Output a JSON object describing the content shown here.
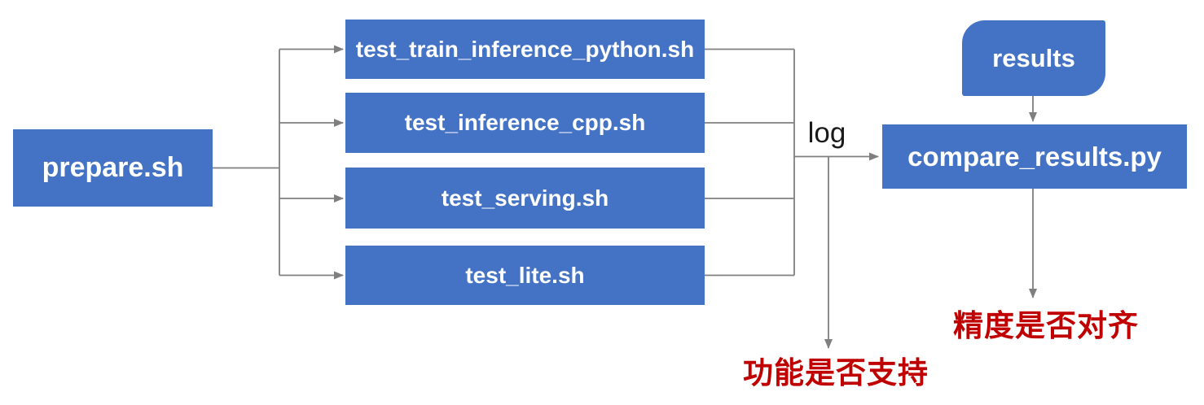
{
  "nodes": {
    "prepare": {
      "label": "prepare.sh"
    },
    "tests": [
      {
        "label": "test_train_inference_python.sh"
      },
      {
        "label": "test_inference_cpp.sh"
      },
      {
        "label": "test_serving.sh"
      },
      {
        "label": "test_lite.sh"
      }
    ],
    "compare": {
      "label": "compare_results.py"
    },
    "results": {
      "label": "results"
    }
  },
  "edges": {
    "log_label": "log"
  },
  "annotations": {
    "function_support": "功能是否支持",
    "precision_aligned": "精度是否对齐"
  },
  "colors": {
    "node_fill": "#4472C4",
    "node_text": "#FFFFFF",
    "connector_line": "#7F7F7F",
    "annotation_text": "#C00000",
    "log_text": "#1A1A1A",
    "background": "#FFFFFF"
  }
}
